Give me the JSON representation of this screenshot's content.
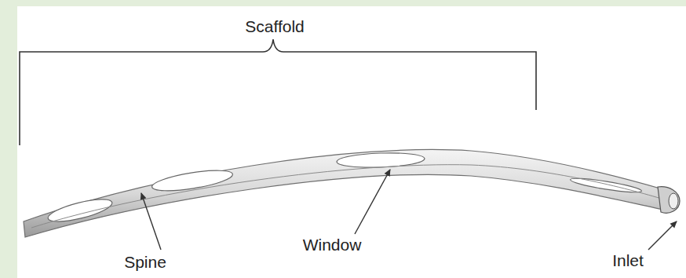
{
  "diagram": {
    "labels": [
      "Scaffold",
      "Spine",
      "Window",
      "Inlet"
    ]
  }
}
